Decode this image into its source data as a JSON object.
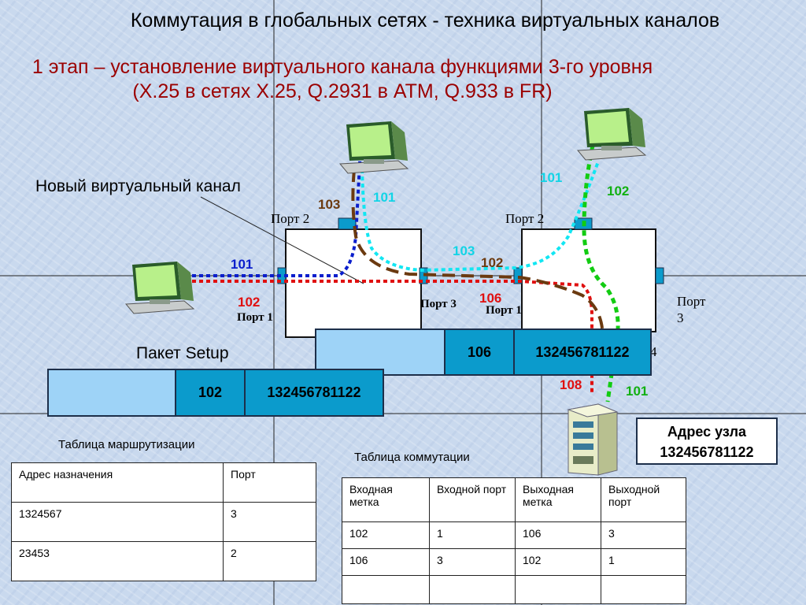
{
  "title": "Коммутация в глобальных сетях - техника виртуальных каналов",
  "subtitle": "1 этап – установление виртуального канала функциями 3-го уровня (X.25 в сетях X.25, Q.2931 в ATM, Q.933 в FR)",
  "new_channel_label": "Новый виртуальный канал",
  "setup_packet_label": "Пакет Setup",
  "ports": {
    "sw1_port2": "Порт 2",
    "sw2_port2": "Порт 2",
    "sw1_port1": "Порт 1",
    "sw1_port3": "Порт 3",
    "sw2_port1": "Порт 1",
    "sw2_port3": "Порт 3",
    "hidden_digit": "4"
  },
  "channel_labels": {
    "left_101": "101",
    "left_102": "102",
    "top_103": "103",
    "top_101": "101",
    "mid_103": "103",
    "mid_102": "102",
    "mid_106": "106",
    "right_101": "101",
    "right_102": "102",
    "bottom_108": "108",
    "bottom_101": "101"
  },
  "packet_1": {
    "label": "102",
    "address": "132456781122"
  },
  "packet_2": {
    "label": "106",
    "address": "132456781122"
  },
  "node_address": {
    "title": "Адрес узла",
    "value": "132456781122"
  },
  "routing_table": {
    "caption": "Таблица маршрутизации",
    "headers": [
      "Адрес назначения",
      "Порт"
    ],
    "rows": [
      [
        "1324567",
        "3"
      ],
      [
        "23453",
        "2"
      ]
    ]
  },
  "switching_table": {
    "caption": "Таблица коммутации",
    "headers": [
      "Входная метка",
      "Входной порт",
      "Выходная метка",
      "Выходной порт"
    ],
    "rows": [
      [
        "102",
        "1",
        "106",
        "3"
      ],
      [
        "106",
        "3",
        "102",
        "1"
      ],
      [
        "",
        "",
        "",
        ""
      ]
    ]
  },
  "colors": {
    "subtitle": "#9b0000",
    "blue_path": "#0a1ecc",
    "red_path": "#e01010",
    "brown_path": "#6b3a10",
    "cyan_path": "#12e6f2",
    "green_path": "#12cc12",
    "packet": "#0b9bcc"
  },
  "icons": [
    "computer-icon",
    "server-icon"
  ]
}
